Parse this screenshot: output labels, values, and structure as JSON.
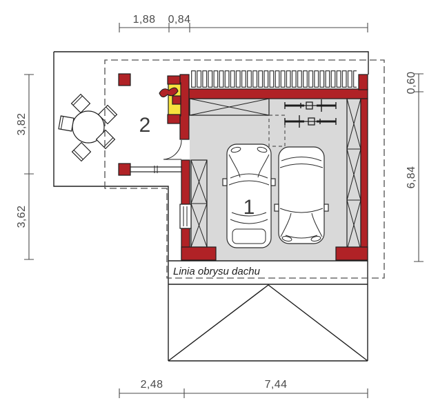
{
  "plan": {
    "dimensions_m": {
      "top": [
        "1,88",
        "0,84"
      ],
      "left": [
        "3,82",
        "3,62"
      ],
      "right": [
        "0,60",
        "6,84"
      ],
      "bottom": [
        "2,48",
        "7,44"
      ]
    },
    "room_labels": {
      "garage": "1",
      "terrace": "2"
    },
    "roof_outline_label": "Linia obrysu dachu"
  },
  "colors": {
    "wall": "#b02226",
    "furnace": "#f7e23e",
    "floor": "#d9d9d9",
    "outline": "#1f1f1f",
    "dim": "#4a4a4a"
  }
}
